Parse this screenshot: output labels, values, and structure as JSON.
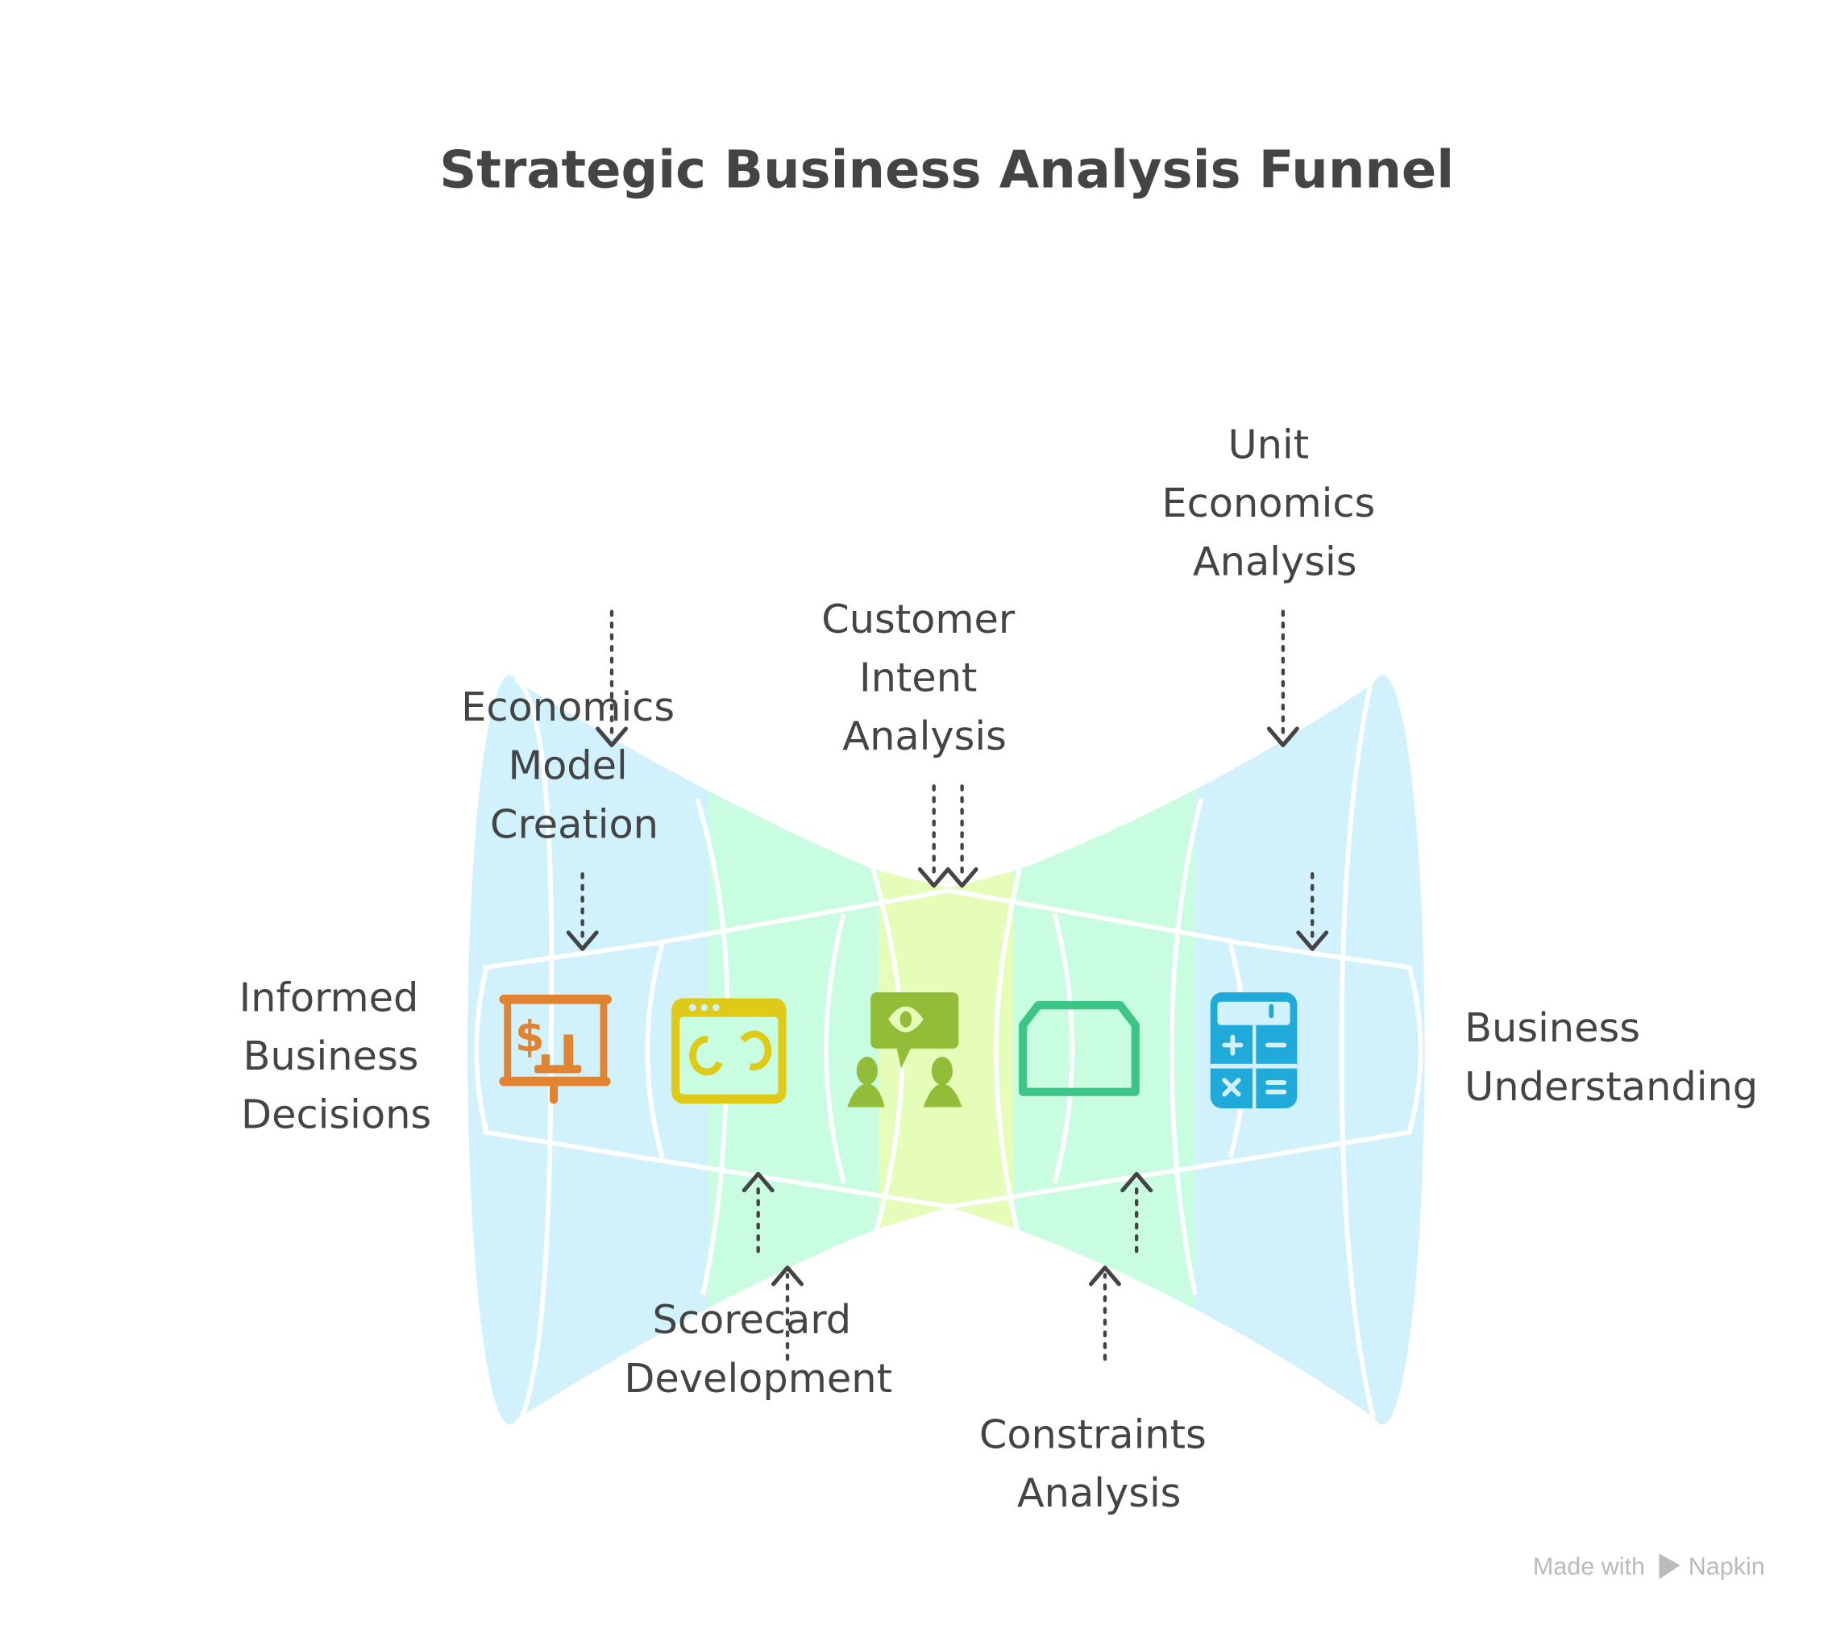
{
  "title": "Strategic Business Analysis Funnel",
  "labels": {
    "informed": [
      "Informed",
      "Business",
      "Decisions"
    ],
    "economics_model": [
      "Economics",
      "Model",
      "Creation"
    ],
    "scorecard": [
      "Scorecard",
      "Development"
    ],
    "customer_intent": [
      "Customer",
      "Intent",
      "Analysis"
    ],
    "constraints": [
      "Constraints",
      "Analysis"
    ],
    "unit_economics": [
      "Unit",
      "Economics",
      "Analysis"
    ],
    "business_understanding": [
      "Business",
      "Understanding"
    ]
  },
  "icons": [
    {
      "name": "presentation-dollar-chart-icon",
      "color": "#e08431"
    },
    {
      "name": "browser-code-icon",
      "color": "#dfcb17"
    },
    {
      "name": "people-eye-speech-icon",
      "color": "#93bd38"
    },
    {
      "name": "folder-box-icon",
      "color": "#3cc584"
    },
    {
      "name": "calculator-icon",
      "color": "#20aad9"
    }
  ],
  "colors": {
    "blue": "#d1f2fc",
    "mint": "#c8fde2",
    "lime": "#e6fdba",
    "text": "#444444"
  },
  "watermark": {
    "prefix": "Made with",
    "brand": "Napkin"
  }
}
